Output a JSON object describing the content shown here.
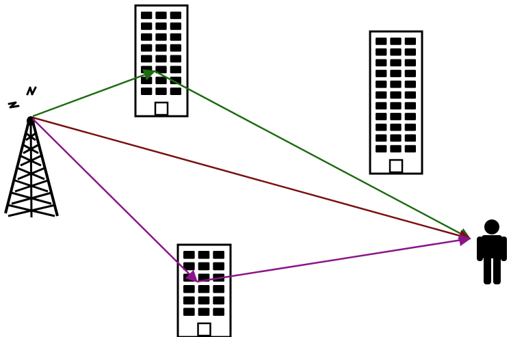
{
  "colors": {
    "background": "#ffffff",
    "ink": "#000000",
    "path_reflect_top": "#1e6b12",
    "path_direct": "#7a1010",
    "path_reflect_bottom": "#8a158a"
  },
  "icons": {
    "transmitter": "cell-tower-icon",
    "receiver": "person-icon",
    "building": "building-icon"
  },
  "signal_paths": [
    {
      "id": "reflect-top",
      "type": "reflected",
      "color_key": "path_reflect_top"
    },
    {
      "id": "direct",
      "type": "line-of-sight",
      "color_key": "path_direct"
    },
    {
      "id": "reflect-bottom",
      "type": "reflected",
      "color_key": "path_reflect_bottom"
    }
  ]
}
